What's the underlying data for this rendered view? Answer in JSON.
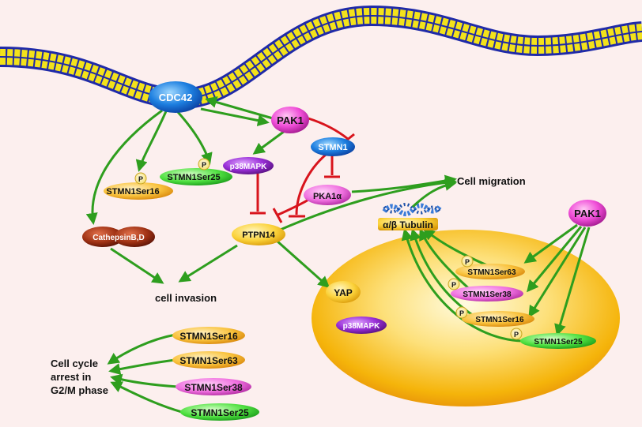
{
  "nodes": {
    "cdc42": "CDC42",
    "pak1_top": "PAK1",
    "stmn1": "STMN1",
    "p38mapk_top": "p38MAPK",
    "pka1a": "PKA1α",
    "ptpn14": "PTPN14",
    "stmn1ser16_top": "STMN1Ser16",
    "stmn1ser25_top": "STMN1Ser25",
    "cathepsin": "CathepsinB,D",
    "yap": "YAP",
    "p38mapk_nuc": "p38MAPK",
    "tubulin": "α/β Tubulin",
    "pak1_right": "PAK1",
    "stmn1ser63_nuc": "STMN1Ser63",
    "stmn1ser38_nuc": "STMN1Ser38",
    "stmn1ser16_nuc": "STMN1Ser16",
    "stmn1ser25_nuc": "STMN1Ser25",
    "stmn1ser16_bot": "STMN1Ser16",
    "stmn1ser63_bot": "STMN1Ser63",
    "stmn1ser38_bot": "STMN1Ser38",
    "stmn1ser25_bot": "STMN1Ser25"
  },
  "labels": {
    "cell_migration": "Cell migration",
    "cell_invasion": "cell invasion",
    "cell_cycle_1": "Cell cycle",
    "cell_cycle_2": "arrest in",
    "cell_cycle_3": "G2/M phase"
  },
  "phospho": "P",
  "colors": {
    "background": "#fcefee",
    "activation": "#2e9e1e",
    "inhibition": "#d8141c",
    "membrane_head": "#f3e21a",
    "membrane_edge": "#1f2aa8",
    "nucleus": "#f5b40a"
  }
}
